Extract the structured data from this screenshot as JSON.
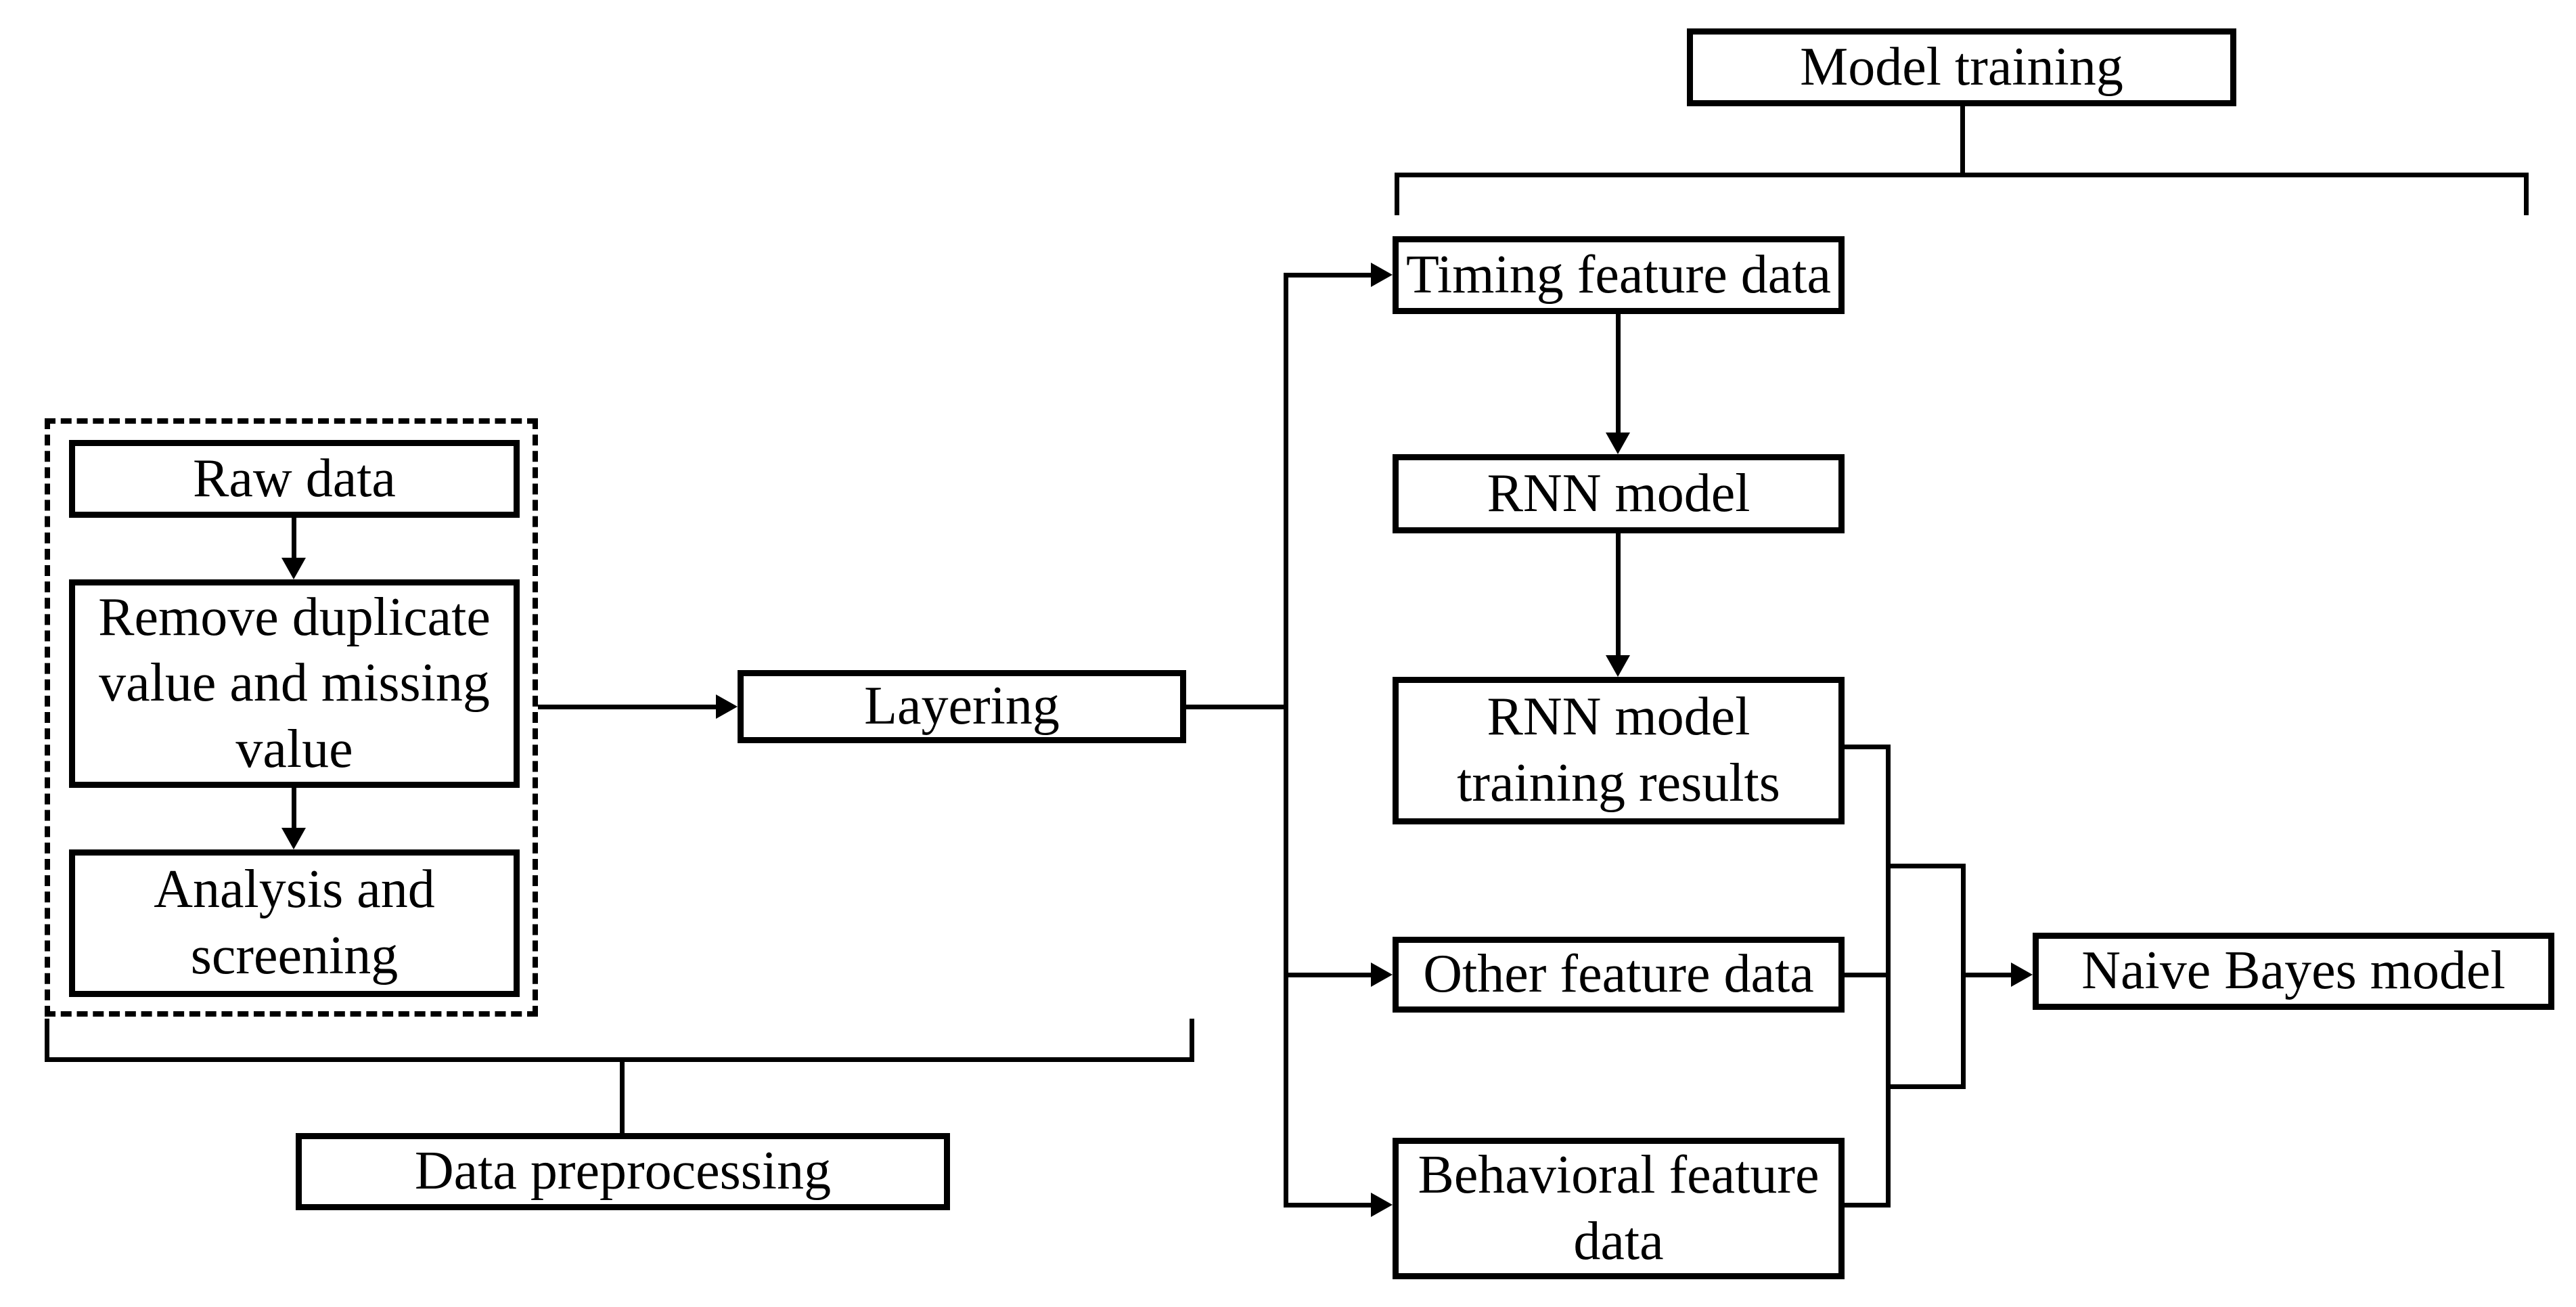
{
  "diagram": {
    "title": "Data preprocessing and model training flow diagram",
    "colors": {
      "line": "#000000",
      "background": "#ffffff",
      "box_fill": "#ffffff",
      "text": "#000000"
    },
    "boxes": {
      "raw_data": {
        "label": "Raw data"
      },
      "remove_duplicate": {
        "label": [
          "Remove duplicate",
          "value and missing",
          "value"
        ]
      },
      "analysis_screening": {
        "label": [
          "Analysis and",
          "screening"
        ]
      },
      "data_preprocessing": {
        "label": "Data preprocessing"
      },
      "layering": {
        "label": "Layering"
      },
      "model_training": {
        "label": "Model training"
      },
      "timing_feature": {
        "label": "Timing feature data"
      },
      "rnn_model": {
        "label": "RNN model"
      },
      "rnn_results": {
        "label": [
          "RNN model",
          "training results"
        ]
      },
      "other_feature": {
        "label": "Other feature data"
      },
      "behavioral_feature": {
        "label": [
          "Behavioral feature",
          "data"
        ]
      },
      "naive_bayes": {
        "label": "Naive Bayes model"
      }
    },
    "edges": [
      {
        "from": "Raw data",
        "to": "Remove duplicate value and missing value"
      },
      {
        "from": "Remove duplicate value and missing value",
        "to": "Analysis and screening"
      },
      {
        "from": "Data preprocessing group",
        "to": "Layering"
      },
      {
        "from": "Layering",
        "to": "Timing feature data"
      },
      {
        "from": "Layering",
        "to": "Other feature data"
      },
      {
        "from": "Layering",
        "to": "Behavioral feature data"
      },
      {
        "from": "Timing feature data",
        "to": "RNN model"
      },
      {
        "from": "RNN model",
        "to": "RNN model training results"
      },
      {
        "from": "RNN model training results",
        "to": "Naive Bayes model"
      },
      {
        "from": "Other feature data",
        "to": "Naive Bayes model"
      },
      {
        "from": "Behavioral feature data",
        "to": "Naive Bayes model"
      }
    ],
    "braces": [
      {
        "label": "Model training",
        "covers": "Timing feature data, RNN model, RNN model training results, Other feature data, Behavioral feature data, Naive Bayes model"
      },
      {
        "label": "Data preprocessing",
        "covers": "Raw data, Remove duplicate value and missing value, Analysis and screening, Layering"
      }
    ]
  }
}
